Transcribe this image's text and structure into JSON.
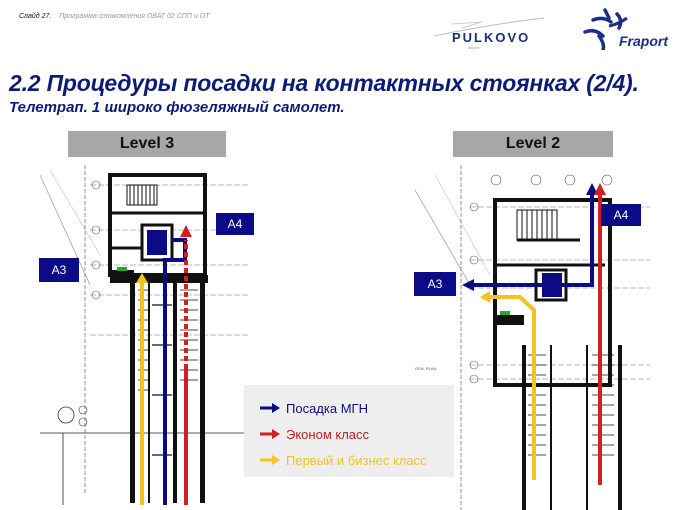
{
  "header": {
    "slide_label": "Слайд 27.",
    "program_label": "Программа ознакомления ОВАТ 02 СПП и ОТ",
    "logos": [
      "PULKOVO",
      "Fraport"
    ]
  },
  "title": "2.2 Процедуры посадки на контактных стоянках (2/4).",
  "subtitle": "Телетрап. 1 широко фюзеляжный самолет.",
  "levels": [
    {
      "label": "Level 3",
      "badges": [
        "A4",
        "A3"
      ]
    },
    {
      "label": "Level 2",
      "badges": [
        "A4",
        "A3"
      ]
    }
  ],
  "legend": {
    "items": [
      {
        "label": "Посадка МГН",
        "color": "#0b0b87"
      },
      {
        "label": "Эконом класс",
        "color": "#cc2222"
      },
      {
        "label": "Первый и бизнес класс",
        "color": "#f5c125"
      }
    ]
  },
  "colors": {
    "title": "#0d1a78",
    "badge": "#0b0b87",
    "blue_route": "#0b0b87",
    "red_route": "#cc2222",
    "yellow_route": "#f5c125",
    "level_bar": "#a6a8a7"
  }
}
